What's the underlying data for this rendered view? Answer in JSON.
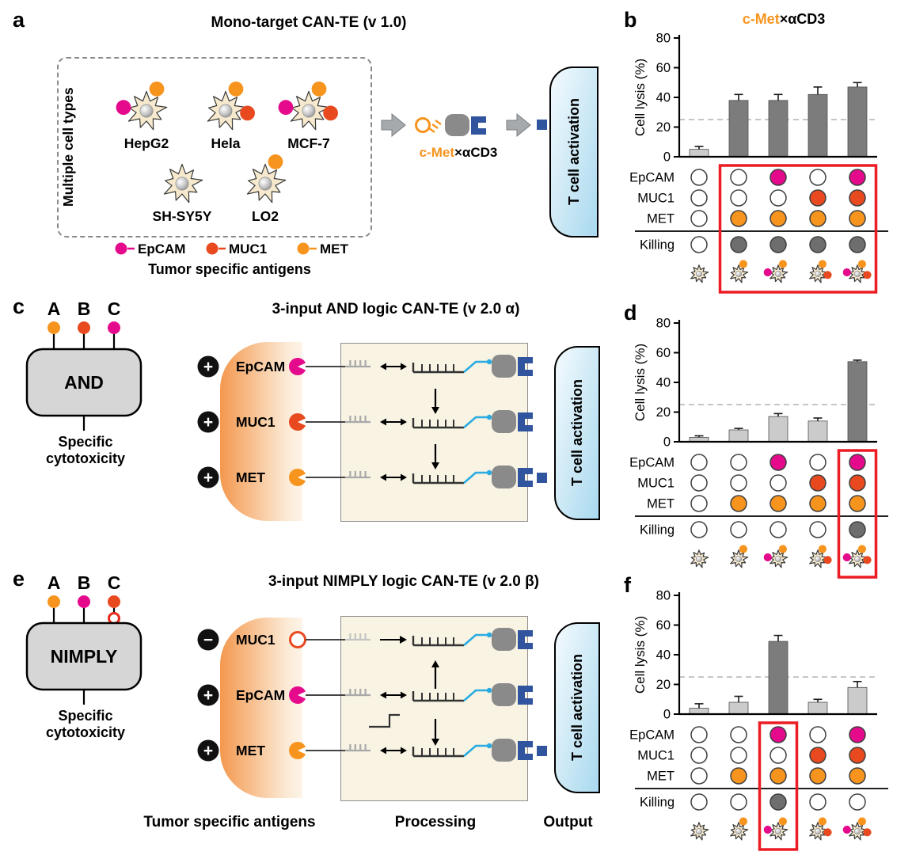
{
  "colors": {
    "epcam": "#E50A8C",
    "muc1": "#E8491F",
    "met": "#F7941E",
    "bar_dark": "#7C7C7C",
    "bar_light": "#CBCBCB",
    "killing_fill": "#6E6E6E",
    "highlight_red": "#EC1C24",
    "blue_dark": "#30549E",
    "link_blue": "#29ABE2",
    "gray_blob": "#8A8A8A"
  },
  "panels": {
    "a": {
      "letter": "a",
      "title": "Mono-target CAN-TE (v 1.0)",
      "box_label": "Multiple cell types",
      "cells": [
        {
          "name": "HepG2",
          "antigens": [
            "EpCAM",
            "MET"
          ]
        },
        {
          "name": "Hela",
          "antigens": [
            "MET",
            "MUC1"
          ]
        },
        {
          "name": "MCF-7",
          "antigens": [
            "EpCAM",
            "MET",
            "MUC1"
          ]
        },
        {
          "name": "SH-SY5Y",
          "antigens": []
        },
        {
          "name": "LO2",
          "antigens": [
            "MET"
          ]
        }
      ],
      "legend": [
        {
          "label": "EpCAM",
          "color_key": "epcam"
        },
        {
          "label": "MUC1",
          "color_key": "muc1"
        },
        {
          "label": "MET",
          "color_key": "met"
        }
      ],
      "legend_caption": "Tumor specific antigens",
      "molecule_label_head": "c-Met",
      "molecule_label_tail": "×αCD3",
      "activation_label": "T cell activation"
    },
    "b": {
      "letter": "b",
      "title_head": "c-Met",
      "title_tail": "×αCD3"
    },
    "c": {
      "letter": "c",
      "title": "3-input AND logic CAN-TE (v 2.0 α)",
      "inputs": [
        "A",
        "B",
        "C"
      ],
      "input_colors": [
        "met",
        "muc1",
        "epcam"
      ],
      "gate": "AND",
      "gate_caption": "Specific cytotoxicity",
      "rows": [
        {
          "sign": "+",
          "label": "EpCAM",
          "color_key": "epcam"
        },
        {
          "sign": "+",
          "label": "MUC1",
          "color_key": "muc1"
        },
        {
          "sign": "+",
          "label": "MET",
          "color_key": "met"
        }
      ],
      "activation_label": "T cell activation"
    },
    "d": {
      "letter": "d"
    },
    "e": {
      "letter": "e",
      "title": "3-input NIMPLY logic CAN-TE (v 2.0 β)",
      "inputs": [
        "A",
        "B",
        "C"
      ],
      "input_colors": [
        "met",
        "epcam",
        "muc1"
      ],
      "not_input_index": 2,
      "gate": "NIMPLY",
      "gate_caption": "Specific cytotoxicity",
      "rows": [
        {
          "sign": "−",
          "label": "MUC1",
          "color_key": "muc1"
        },
        {
          "sign": "+",
          "label": "EpCAM",
          "color_key": "epcam"
        },
        {
          "sign": "+",
          "label": "MET",
          "color_key": "met"
        }
      ],
      "activation_label": "T cell activation"
    },
    "f": {
      "letter": "f"
    }
  },
  "footer": {
    "antigens": "Tumor specific antigens",
    "processing": "Processing",
    "output": "Output"
  },
  "chart_data": [
    {
      "id": "b",
      "type": "bar",
      "title": "c-Met×αCD3",
      "ylabel": "Cell lysis (%)",
      "ylim": [
        0,
        80
      ],
      "yticks": [
        0,
        20,
        40,
        60,
        80
      ],
      "threshold_line": 25,
      "categories": [
        "none",
        "MET",
        "EpCAM+MET",
        "MUC1+MET",
        "EpCAM+MUC1+MET"
      ],
      "values": [
        5,
        38,
        38,
        42,
        47
      ],
      "errors": [
        2,
        4,
        4,
        5,
        3
      ],
      "emphasis": [
        false,
        true,
        true,
        true,
        true
      ],
      "antigen_rows": [
        {
          "label": "EpCAM",
          "color_key": "epcam",
          "on": [
            0,
            0,
            1,
            0,
            1
          ]
        },
        {
          "label": "MUC1",
          "color_key": "muc1",
          "on": [
            0,
            0,
            0,
            1,
            1
          ]
        },
        {
          "label": "MET",
          "color_key": "met",
          "on": [
            0,
            1,
            1,
            1,
            1
          ]
        }
      ],
      "killing_label": "Killing",
      "killing": [
        0,
        1,
        1,
        1,
        1
      ],
      "highlight_columns": [
        1,
        2,
        3,
        4
      ]
    },
    {
      "id": "d",
      "type": "bar",
      "title": "",
      "ylabel": "Cell lysis (%)",
      "ylim": [
        0,
        80
      ],
      "yticks": [
        0,
        20,
        40,
        60,
        80
      ],
      "threshold_line": 25,
      "categories": [
        "none",
        "MET",
        "EpCAM+MET",
        "MUC1+MET",
        "EpCAM+MUC1+MET"
      ],
      "values": [
        3,
        8,
        17,
        14,
        54
      ],
      "errors": [
        1,
        1,
        2,
        2,
        1
      ],
      "emphasis": [
        false,
        false,
        false,
        false,
        true
      ],
      "antigen_rows": [
        {
          "label": "EpCAM",
          "color_key": "epcam",
          "on": [
            0,
            0,
            1,
            0,
            1
          ]
        },
        {
          "label": "MUC1",
          "color_key": "muc1",
          "on": [
            0,
            0,
            0,
            1,
            1
          ]
        },
        {
          "label": "MET",
          "color_key": "met",
          "on": [
            0,
            1,
            1,
            1,
            1
          ]
        }
      ],
      "killing_label": "Killing",
      "killing": [
        0,
        0,
        0,
        0,
        1
      ],
      "highlight_columns": [
        4
      ]
    },
    {
      "id": "f",
      "type": "bar",
      "title": "",
      "ylabel": "Cell lysis (%)",
      "ylim": [
        0,
        80
      ],
      "yticks": [
        0,
        20,
        40,
        60,
        80
      ],
      "threshold_line": 25,
      "categories": [
        "none",
        "MET",
        "EpCAM+MET",
        "MUC1+MET",
        "EpCAM+MUC1+MET"
      ],
      "values": [
        4,
        8,
        49,
        8,
        18
      ],
      "errors": [
        3,
        4,
        4,
        2,
        4
      ],
      "emphasis": [
        false,
        false,
        true,
        false,
        false
      ],
      "antigen_rows": [
        {
          "label": "EpCAM",
          "color_key": "epcam",
          "on": [
            0,
            0,
            1,
            0,
            1
          ]
        },
        {
          "label": "MUC1",
          "color_key": "muc1",
          "on": [
            0,
            0,
            0,
            1,
            1
          ]
        },
        {
          "label": "MET",
          "color_key": "met",
          "on": [
            0,
            1,
            1,
            1,
            1
          ]
        }
      ],
      "killing_label": "Killing",
      "killing": [
        0,
        0,
        1,
        0,
        0
      ],
      "highlight_columns": [
        2
      ]
    }
  ]
}
